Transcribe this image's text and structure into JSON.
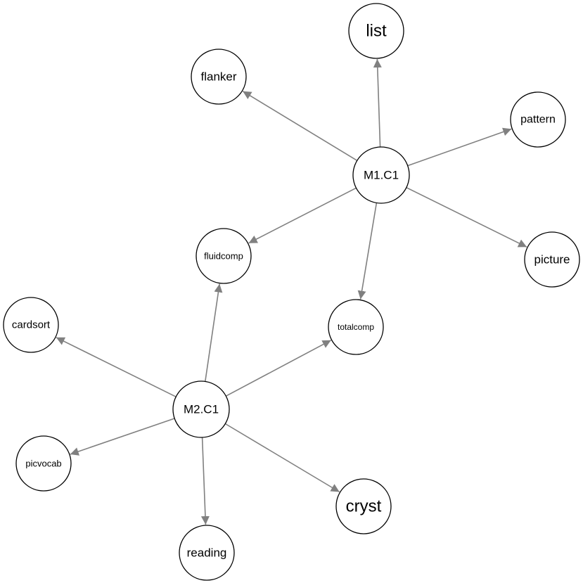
{
  "diagram": {
    "type": "network",
    "edge_color": "#808080",
    "node_fill": "#ffffff",
    "node_stroke": "#000000",
    "nodes": [
      {
        "id": "M1.C1",
        "label": "M1.C1"
      },
      {
        "id": "M2.C1",
        "label": "M2.C1"
      },
      {
        "id": "list",
        "label": "list"
      },
      {
        "id": "flanker",
        "label": "flanker"
      },
      {
        "id": "pattern",
        "label": "pattern"
      },
      {
        "id": "picture",
        "label": "picture"
      },
      {
        "id": "fluidcomp",
        "label": "fluidcomp"
      },
      {
        "id": "totalcomp",
        "label": "totalcomp"
      },
      {
        "id": "cardsort",
        "label": "cardsort"
      },
      {
        "id": "picvocab",
        "label": "picvocab"
      },
      {
        "id": "reading",
        "label": "reading"
      },
      {
        "id": "cryst",
        "label": "cryst"
      }
    ],
    "edges": [
      {
        "from": "M1.C1",
        "to": "list"
      },
      {
        "from": "M1.C1",
        "to": "flanker"
      },
      {
        "from": "M1.C1",
        "to": "pattern"
      },
      {
        "from": "M1.C1",
        "to": "picture"
      },
      {
        "from": "M1.C1",
        "to": "fluidcomp"
      },
      {
        "from": "M1.C1",
        "to": "totalcomp"
      },
      {
        "from": "M2.C1",
        "to": "fluidcomp"
      },
      {
        "from": "M2.C1",
        "to": "totalcomp"
      },
      {
        "from": "M2.C1",
        "to": "cardsort"
      },
      {
        "from": "M2.C1",
        "to": "picvocab"
      },
      {
        "from": "M2.C1",
        "to": "reading"
      },
      {
        "from": "M2.C1",
        "to": "cryst"
      }
    ]
  }
}
